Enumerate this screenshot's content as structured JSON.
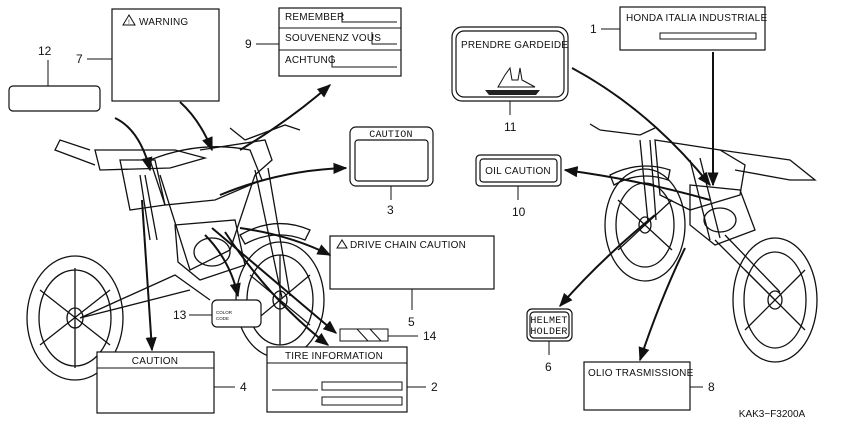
{
  "labels": [
    {
      "number": "1",
      "text": "HONDA ITALIA INDUSTRIALE"
    },
    {
      "number": "2",
      "text": "TIRE INFORMATION"
    },
    {
      "number": "3",
      "text": "CAUTION"
    },
    {
      "number": "4",
      "text": "CAUTION"
    },
    {
      "number": "5",
      "text": "DRIVE CHAIN CAUTION"
    },
    {
      "number": "6",
      "line1": "HELMET",
      "line2": "HOLDER"
    },
    {
      "number": "7",
      "text": "WARNING"
    },
    {
      "number": "8",
      "text": "OLIO TRASMISSIONE"
    },
    {
      "number": "9",
      "line1": "REMEMBER",
      "line2": "SOUVENENZ VOUS",
      "line3": "ACHTUNG"
    },
    {
      "number": "10",
      "text": "OIL CAUTION"
    },
    {
      "number": "11",
      "text": "PRENDRE GARDEIDE"
    },
    {
      "number": "12",
      "text": ""
    },
    {
      "number": "13",
      "line1": "COLOR",
      "line2": "CODE"
    },
    {
      "number": "14",
      "text": ""
    }
  ],
  "diagram_code": "KAK3−F3200A"
}
